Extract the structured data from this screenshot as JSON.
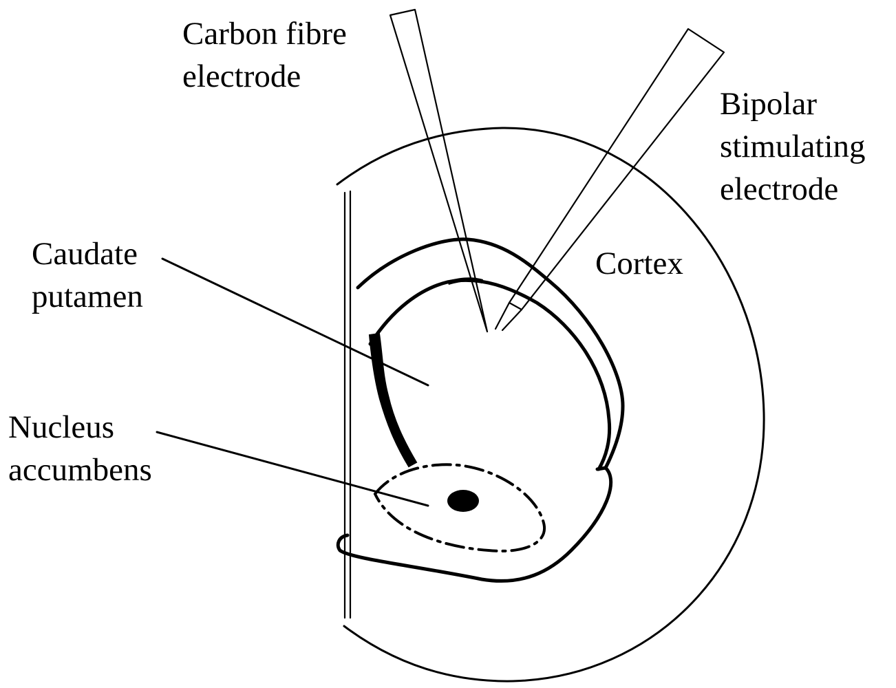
{
  "labels": {
    "carbon_fibre_line1": "Carbon fibre",
    "carbon_fibre_line2": "electrode",
    "bipolar_line1": "Bipolar",
    "bipolar_line2": "stimulating",
    "bipolar_line3": "electrode",
    "caudate_line1": "Caudate",
    "caudate_line2": "putamen",
    "nucleus_line1": "Nucleus",
    "nucleus_line2": "accumbens",
    "cortex": "Cortex"
  },
  "colors": {
    "ink": "#000000",
    "background": "#ffffff"
  }
}
